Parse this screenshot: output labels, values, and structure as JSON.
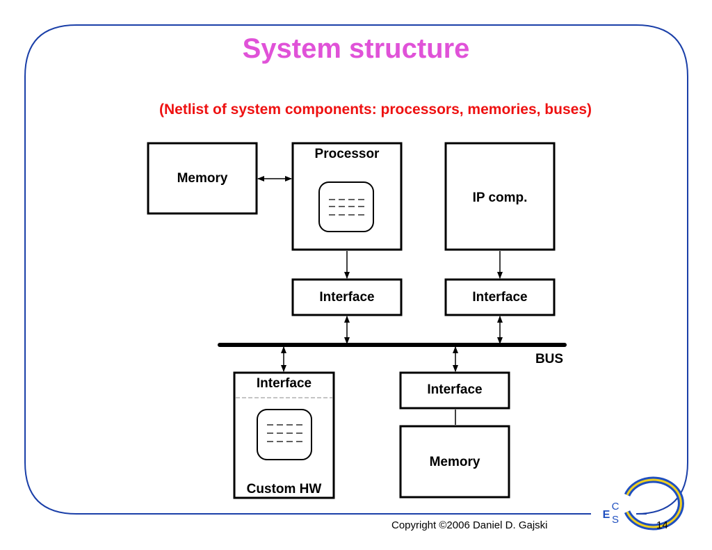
{
  "slide": {
    "title": "System structure",
    "subtitle": "(Netlist of system components: processors, memories, buses)",
    "page_number": "14",
    "copyright": "Copyright ©2006 Daniel D. Gajski",
    "logo_letters": [
      "C",
      "E",
      "S"
    ]
  },
  "diagram": {
    "memory_top": "Memory",
    "processor": "Processor",
    "ip_comp": "IP comp.",
    "interface_processor": "Interface",
    "interface_ip": "Interface",
    "bus": "BUS",
    "interface_custom": "Interface",
    "custom_hw": "Custom HW",
    "interface_memory": "Interface",
    "memory_bottom": "Memory"
  },
  "colors": {
    "title": "#e052d8",
    "subtitle": "#ee1111",
    "frame": "#1a3fa8",
    "logo": "#1f4fbf"
  }
}
